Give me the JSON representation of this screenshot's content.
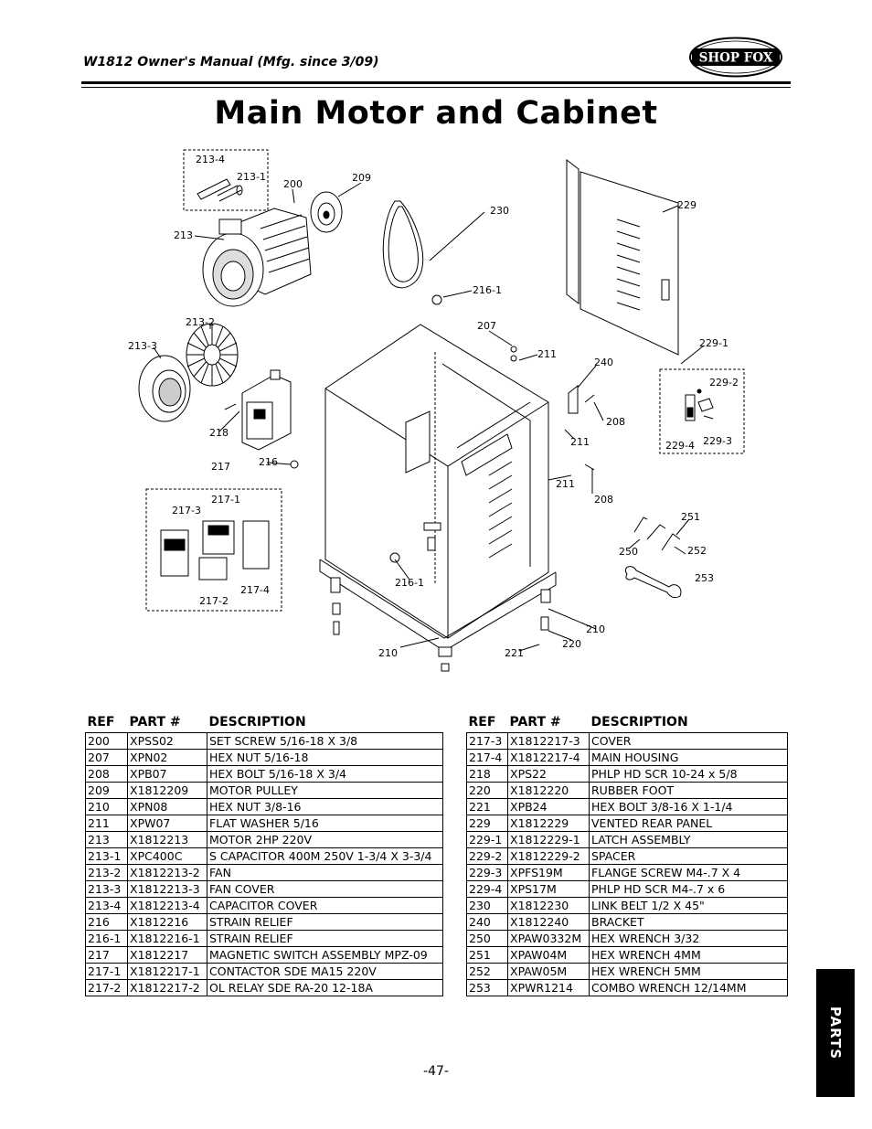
{
  "header": {
    "title": "W1812 Owner's Manual (Mfg. since 3/09)",
    "logo_text": "SHOP FOX"
  },
  "page_title": "Main Motor and Cabinet",
  "diagram_labels": [
    "213-4",
    "213-1",
    "200",
    "209",
    "230",
    "229",
    "213",
    "216-1",
    "207",
    "211",
    "240",
    "229-1",
    "229-2",
    "213-2",
    "213-3",
    "208",
    "229-4",
    "229-3",
    "218",
    "211",
    "217",
    "216",
    "211",
    "208",
    "217-1",
    "217-3",
    "251",
    "250",
    "252",
    "253",
    "216-1",
    "217-4",
    "217-2",
    "210",
    "220",
    "210",
    "221"
  ],
  "table_headers": {
    "ref": "REF",
    "part": "PART #",
    "desc": "DESCRIPTION"
  },
  "parts_left": [
    [
      "200",
      "XPSS02",
      "SET SCREW 5/16-18 X 3/8"
    ],
    [
      "207",
      "XPN02",
      "HEX NUT 5/16-18"
    ],
    [
      "208",
      "XPB07",
      "HEX BOLT 5/16-18 X 3/4"
    ],
    [
      "209",
      "X1812209",
      "MOTOR PULLEY"
    ],
    [
      "210",
      "XPN08",
      "HEX NUT 3/8-16"
    ],
    [
      "211",
      "XPW07",
      "FLAT WASHER 5/16"
    ],
    [
      "213",
      "X1812213",
      "MOTOR 2HP 220V"
    ],
    [
      "213-1",
      "XPC400C",
      "S CAPACITOR 400M 250V 1-3/4 X 3-3/4"
    ],
    [
      "213-2",
      "X1812213-2",
      "FAN"
    ],
    [
      "213-3",
      "X1812213-3",
      "FAN COVER"
    ],
    [
      "213-4",
      "X1812213-4",
      "CAPACITOR COVER"
    ],
    [
      "216",
      "X1812216",
      "STRAIN RELIEF"
    ],
    [
      "216-1",
      "X1812216-1",
      "STRAIN RELIEF"
    ],
    [
      "217",
      "X1812217",
      "MAGNETIC SWITCH ASSEMBLY MPZ-09"
    ],
    [
      "217-1",
      "X1812217-1",
      "CONTACTOR SDE MA15 220V"
    ],
    [
      "217-2",
      "X1812217-2",
      "OL RELAY SDE RA-20 12-18A"
    ]
  ],
  "parts_right": [
    [
      "217-3",
      "X1812217-3",
      "COVER"
    ],
    [
      "217-4",
      "X1812217-4",
      "MAIN HOUSING"
    ],
    [
      "218",
      "XPS22",
      "PHLP HD SCR 10-24 x 5/8"
    ],
    [
      "220",
      "X1812220",
      "RUBBER FOOT"
    ],
    [
      "221",
      "XPB24",
      "HEX BOLT 3/8-16 X 1-1/4"
    ],
    [
      "229",
      "X1812229",
      "VENTED REAR PANEL"
    ],
    [
      "229-1",
      "X1812229-1",
      "LATCH ASSEMBLY"
    ],
    [
      "229-2",
      "X1812229-2",
      "SPACER"
    ],
    [
      "229-3",
      "XPFS19M",
      "FLANGE SCREW M4-.7 X 4"
    ],
    [
      "229-4",
      "XPS17M",
      "PHLP HD SCR M4-.7 x 6"
    ],
    [
      "230",
      "X1812230",
      "LINK BELT 1/2 X 45\""
    ],
    [
      "240",
      "X1812240",
      "BRACKET"
    ],
    [
      "250",
      "XPAW0332M",
      "HEX WRENCH 3/32"
    ],
    [
      "251",
      "XPAW04M",
      "HEX WRENCH 4MM"
    ],
    [
      "252",
      "XPAW05M",
      "HEX WRENCH 5MM"
    ],
    [
      "253",
      "XPWR1214",
      "COMBO WRENCH 12/14MM"
    ]
  ],
  "page_number": "-47-",
  "side_tab": "PARTS"
}
